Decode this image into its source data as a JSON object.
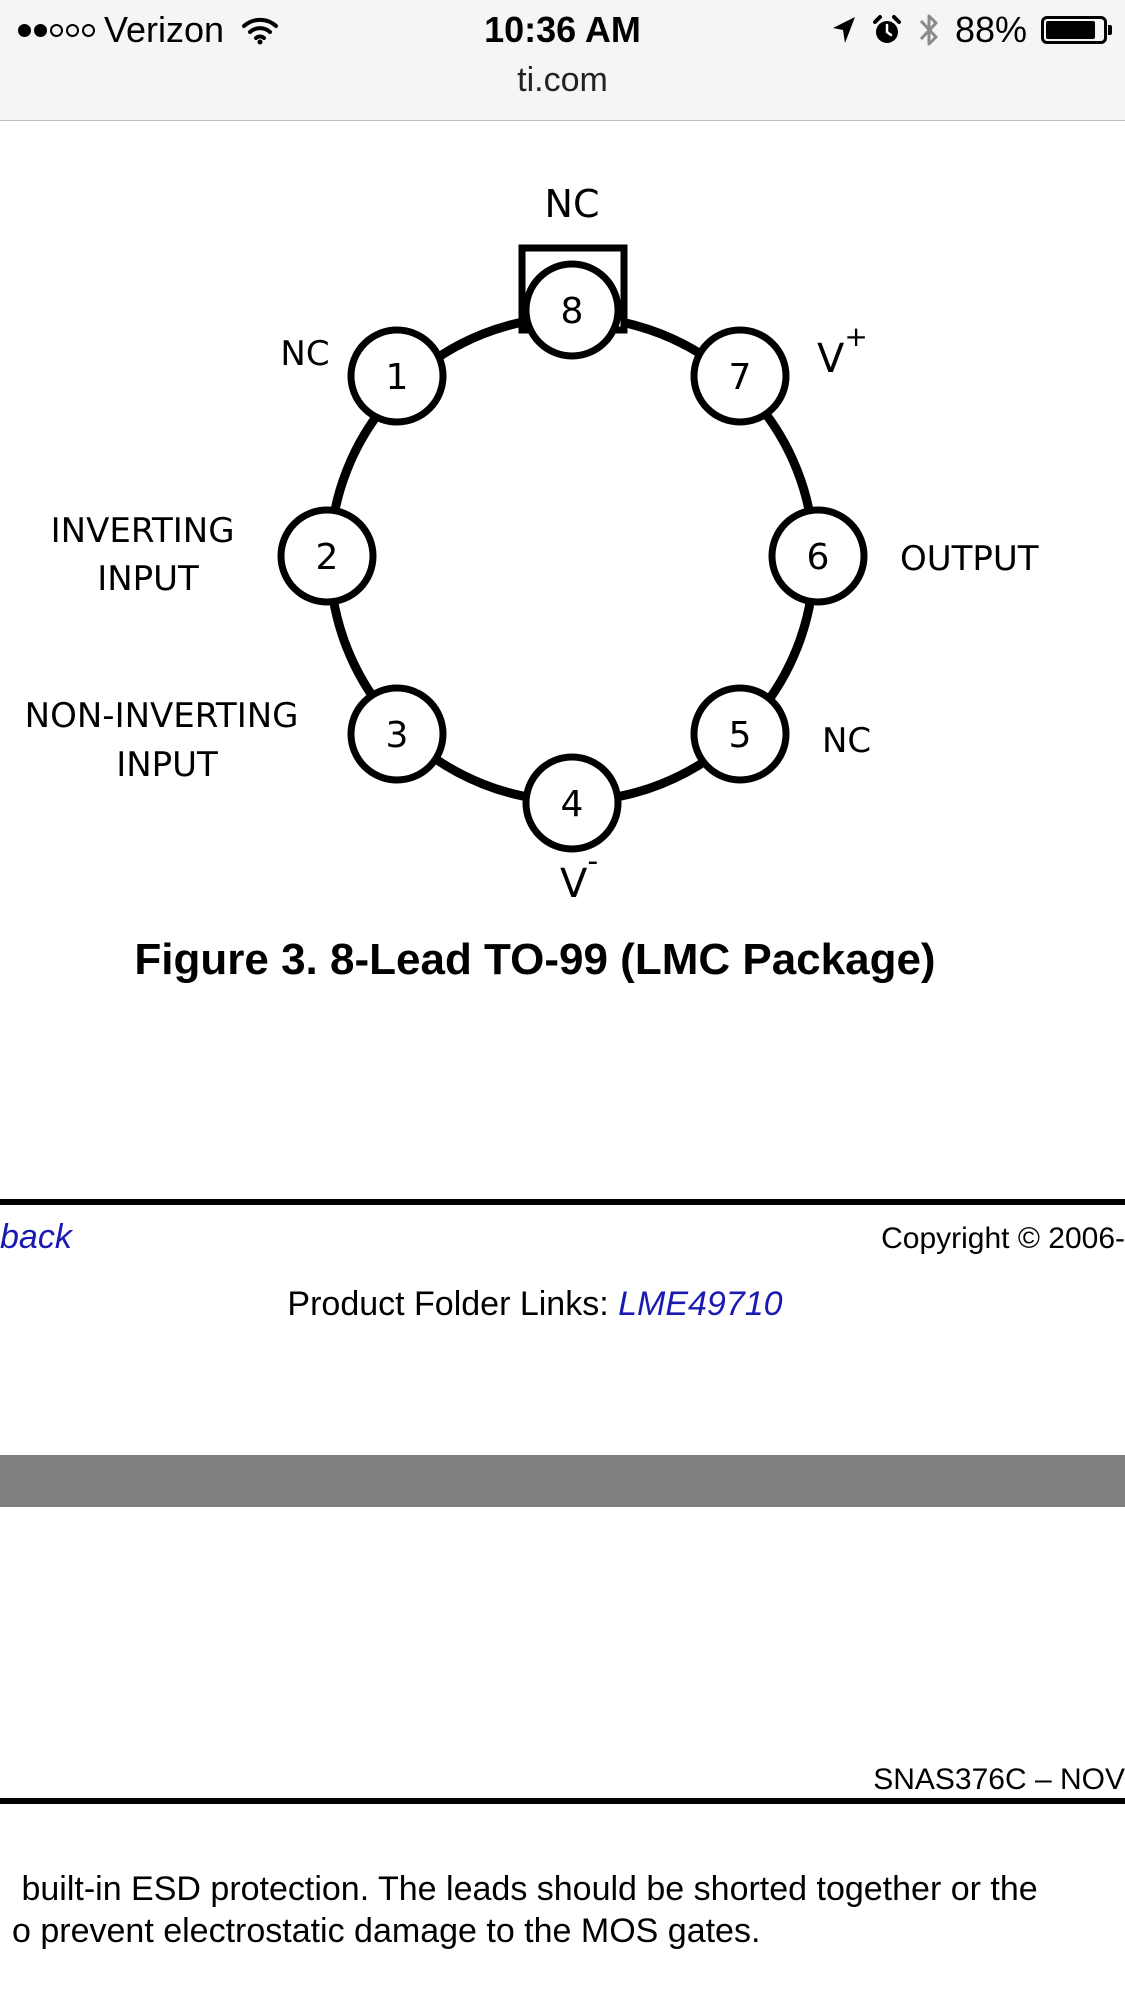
{
  "status_bar": {
    "carrier": "Verizon",
    "time": "10:36 AM",
    "battery_percent": "88%",
    "battery_level": 0.88,
    "signal_bars_filled": 2,
    "signal_bars_total": 5
  },
  "browser": {
    "domain": "ti.com"
  },
  "diagram": {
    "top_label": "NC",
    "pins": [
      {
        "number": "1",
        "label": "NC"
      },
      {
        "number": "2",
        "label_lines": [
          "INVERTING",
          "INPUT"
        ]
      },
      {
        "number": "3",
        "label_lines": [
          "NON-INVERTING",
          "INPUT"
        ]
      },
      {
        "number": "4",
        "label": "V",
        "superscript": "-"
      },
      {
        "number": "5",
        "label": "NC"
      },
      {
        "number": "6",
        "label": "OUTPUT"
      },
      {
        "number": "7",
        "label": "V",
        "superscript": "+"
      },
      {
        "number": "8",
        "label": "NC"
      }
    ]
  },
  "figure": {
    "caption": "Figure 3.  8-Lead TO-99 (LMC Package)"
  },
  "footer": {
    "feedback_link": "back",
    "copyright": "Copyright © 2006-",
    "product_folder_prefix": "Product Folder Links: ",
    "product_folder_link": "LME49710"
  },
  "next_page": {
    "doc_code": "SNAS376C – NOV",
    "body_lines": [
      " built-in ESD protection. The leads should be shorted together or the",
      "o prevent electrostatic damage to the MOS gates."
    ]
  },
  "icons": {
    "wifi": "wifi-icon",
    "location": "location-arrow-icon",
    "alarm": "alarm-clock-icon",
    "bluetooth": "bluetooth-icon",
    "battery": "battery-icon"
  }
}
